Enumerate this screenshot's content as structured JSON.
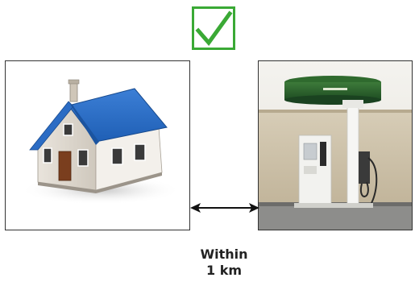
{
  "check": {
    "icon": "checkmark-icon",
    "color": "#3aa935"
  },
  "images": {
    "house": {
      "icon": "house-illustration"
    },
    "station": {
      "icon": "charging-station-photo",
      "sign_text": ""
    }
  },
  "connector": {
    "icon": "double-headed-arrow"
  },
  "caption": {
    "line1": "Within",
    "line2": "1 km"
  }
}
